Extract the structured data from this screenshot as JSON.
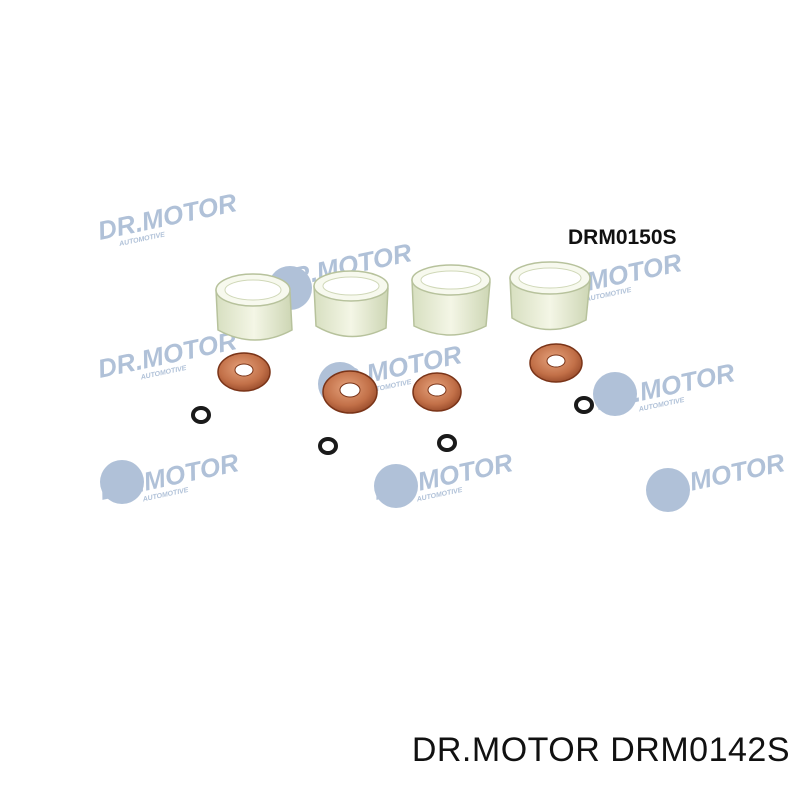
{
  "image": {
    "subject": "injector seal kit",
    "part_code_label": "DRM0150S",
    "watermark_text": "DR.MOTOR",
    "watermark_subtext": "AUTOMOTIVE",
    "caption": "DR.MOTOR DRM0142S",
    "colors": {
      "background": "#ffffff",
      "watermark": "#6f8fb8",
      "sleeve": "#e9eed6",
      "copper": "#b8643f",
      "oring": "#1a1a1a"
    }
  }
}
